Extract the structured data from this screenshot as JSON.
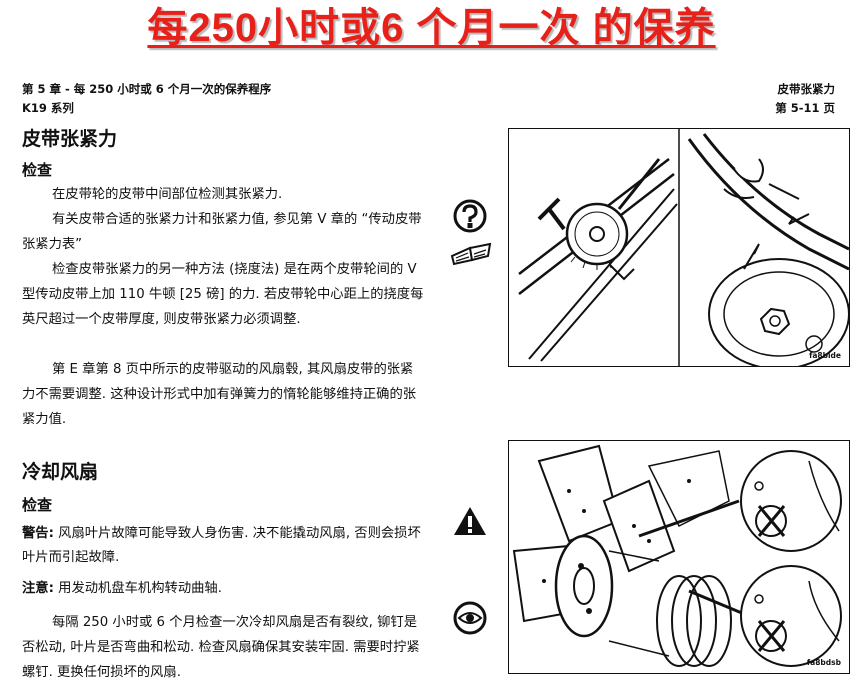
{
  "banner": {
    "title": "每250小时或6 个月一次 的保养"
  },
  "header": {
    "chapter": "第 5 章 - 每 250 小时或 6 个月一次的保养程序",
    "series": "K19 系列",
    "section": "皮带张紧力",
    "page": "第 5-11 页"
  },
  "belt": {
    "title": "皮带张紧力",
    "subtitle": "检查",
    "paragraphs": [
      "在皮带轮的皮带中间部位检测其张紧力.",
      "有关皮带合适的张紧力计和张紧力值, 参见第 V 章的 “传动皮带张紧力表”",
      "检查皮带张紧力的另一种方法 (挠度法) 是在两个皮带轮间的 V 型传动皮带上加 110 牛顿 [25 磅] 的力. 若皮带轮中心距上的挠度每英尺超过一个皮带厚度, 则皮带张紧力必须调整.",
      "第 E 章第 8 页中所示的皮带驱动的风扇毂, 其风扇皮带的张紧力不需要调整. 这种设计形式中加有弹簧力的惰轮能够维持正确的张紧力值."
    ],
    "figure_label": "fa8bide"
  },
  "fan": {
    "title": "冷却风扇",
    "subtitle": "检查",
    "warning_tag": "警告:",
    "warning_text": "风扇叶片故障可能导致人身伤害. 决不能撬动风扇, 否则会损坏叶片而引起故障.",
    "note_tag": "注意:",
    "note_text": "用发动机盘车机构转动曲轴.",
    "paragraph": "每隔 250 小时或 6 个月检查一次冷却风扇是否有裂纹, 铆钉是否松动, 叶片是否弯曲和松动. 检查风扇确保其安装牢固. 需要时拧紧螺钉. 更换任何损坏的风扇.",
    "figure_label": "fa8bdsb"
  },
  "icons": {
    "tool": "wrench-question-icon",
    "book": "open-book-icon",
    "warning": "warning-triangle-icon",
    "eye": "eye-inspect-icon"
  },
  "colors": {
    "banner": "#e8201a"
  }
}
